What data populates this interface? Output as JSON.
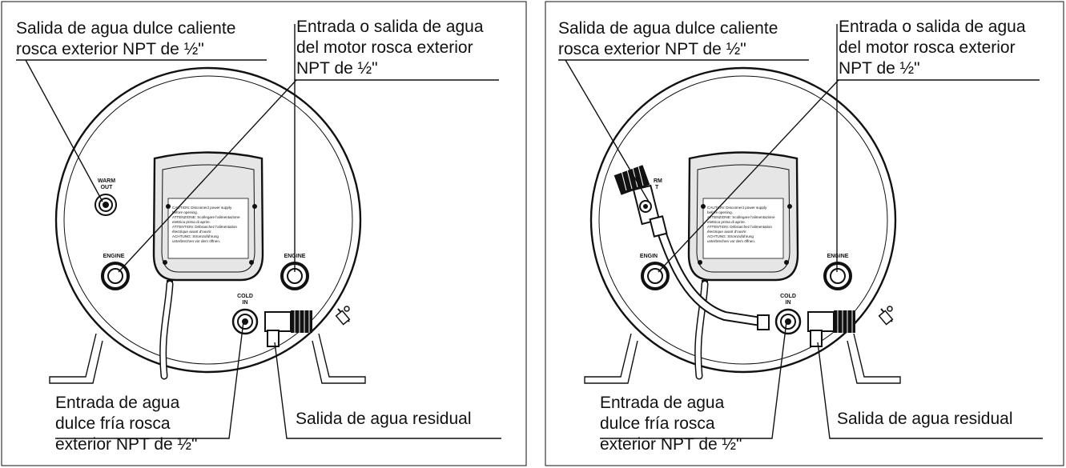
{
  "panels": [
    {
      "id": "left",
      "labels": {
        "warm_out": [
          "Salida de agua dulce caliente",
          "rosca exterior NPT de ½\""
        ],
        "engine": [
          "Entrada o salida de agua",
          "del motor rosca exterior",
          "NPT de ½\""
        ],
        "cold_in": [
          "Entrada de agua",
          "dulce fría rosca",
          "exterior NPT de ½\""
        ],
        "waste": [
          "Salida de agua residual"
        ]
      },
      "device": {
        "warm": [
          "WARM",
          "OUT"
        ],
        "engine_left": "ENGINE",
        "engine_right": "ENGINE",
        "cold": [
          "COLD",
          "IN"
        ],
        "caution": [
          "CAUTION: Disconnect power supply",
          "before opening.",
          "ATTENZIONE: Scollegare l'alimentazione",
          "elettrica prima di aprire.",
          "ATTENTION: Débranchez l'alimentation",
          "électrique avant d'ouvrir.",
          "ACHTUNG: Stromzuführung",
          "unterbrechen vor dem öffnen."
        ]
      }
    },
    {
      "id": "right",
      "labels": {
        "warm_out": [
          "Salida de agua dulce caliente",
          "rosca exterior NPT de ½\""
        ],
        "engine": [
          "Entrada o salida de agua",
          "del motor rosca exterior",
          "NPT de ½\""
        ],
        "cold_in": [
          "Entrada de agua",
          "dulce fría rosca",
          "exterior NPT de ½\""
        ],
        "waste": [
          "Salida de agua residual"
        ]
      },
      "device": {
        "warm": [
          "RM",
          "T"
        ],
        "engine_left": "ENGIN",
        "engine_right": "ENGINE",
        "cold": [
          "COLD",
          "IN"
        ],
        "caution": [
          "CAUTION: Disconnect power supply",
          "before opening.",
          "ATTENZIONE: Scollegare l'alimentazione",
          "elettrica prima di aprire.",
          "ATTENTION: Débranchez l'alimentation",
          "électrique avant d'ouvrir.",
          "ACHTUNG: Stromzuführung",
          "unterbrechen vor dem öffnen."
        ]
      }
    }
  ]
}
